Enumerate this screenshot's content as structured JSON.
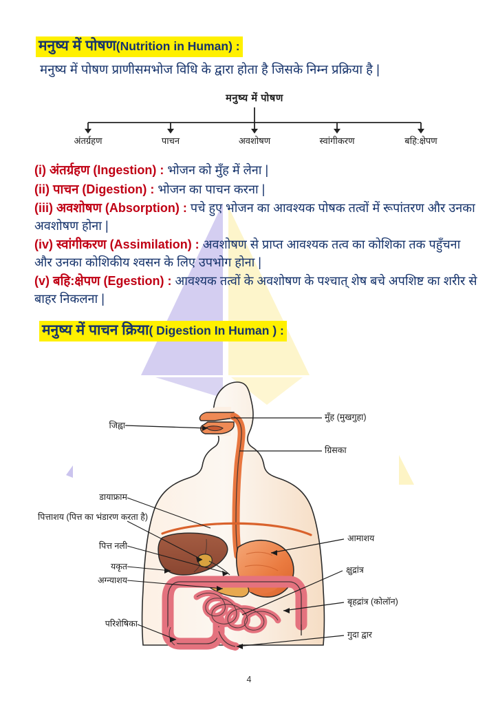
{
  "page": {
    "number": "4",
    "colors": {
      "highlight": "#FFF000",
      "heading_text": "#16336B",
      "body_text": "#16336B",
      "key_term": "#C00014",
      "diagram_label": "#1b1b1b",
      "watermark_purple": "#b9b0e8",
      "watermark_yellow": "#fdf3c2"
    }
  },
  "heading1": {
    "devanagari": "मनुष्य में पोषण",
    "english": "(Nutrition in Human) :"
  },
  "intro": "मनुष्य में पोषण प्राणीसमभोज विधि के द्वारा होता है जिसके निम्न प्रक्रिया है |",
  "flowchart": {
    "title": "मनुष्य में पोषण",
    "nodes": [
      {
        "label": "अंतर्ग्रहण"
      },
      {
        "label": "पाचन"
      },
      {
        "label": "अवशोषण"
      },
      {
        "label": "स्वांगीकरण"
      },
      {
        "label": "बहि:क्षेपण"
      }
    ]
  },
  "points": [
    {
      "num": "(i)",
      "term_dev": "अंतर्ग्रहण",
      "term_eng": "(Ingestion) :",
      "desc": "भोजन को मुँह में लेना |"
    },
    {
      "num": "(ii)",
      "term_dev": "पाचन",
      "term_eng": "(Digestion) :",
      "desc": "भोजन का पाचन करना |"
    },
    {
      "num": "(iii)",
      "term_dev": "अवशोषण",
      "term_eng": "(Absorption) :",
      "desc": "पचे हुए भोजन का आवश्यक पोषक तत्वों में  रूपांतरण और उनका अवशोषण होना |"
    },
    {
      "num": "(iv)",
      "term_dev": "स्वांगीकरण",
      "term_eng": "(Assimilation) :",
      "desc": "अवशोषण से प्राप्त आवश्यक तत्व का कोशिका तक पहुँचना और उनका कोशिकीय श्वसन के लिए उपभोग होना |"
    },
    {
      "num": "(v)",
      "term_dev": "बहि:क्षेपण",
      "term_eng": "(Egestion) :",
      "desc": "आवश्यक तत्वों के अवशोषण के पश्चात् शेष बचे अपशिष्ट का शरीर से बाहर निकलना |"
    }
  ],
  "heading2": {
    "devanagari": "मनुष्य में पाचन क्रिया",
    "english": "( Digestion In Human ) :"
  },
  "diagram": {
    "title": "human-digestive-system",
    "labels": [
      {
        "name": "tongue",
        "text": "जिह्वा",
        "side": "left"
      },
      {
        "name": "mouth",
        "text": "मुँह  (मुखगुहा)",
        "side": "right"
      },
      {
        "name": "oesophagus",
        "text": "ग्रिसका",
        "side": "right"
      },
      {
        "name": "diaphragm",
        "text": "डायाफ्राम",
        "side": "left"
      },
      {
        "name": "gall-bladder",
        "text": "पित्ताशय (पित्त का भंडारण  करता  है)",
        "side": "left"
      },
      {
        "name": "bile-duct",
        "text": "पित्त  नली",
        "side": "left"
      },
      {
        "name": "liver",
        "text": "यकृत",
        "side": "left"
      },
      {
        "name": "pancreas",
        "text": "अग्न्याशय",
        "side": "left"
      },
      {
        "name": "stomach",
        "text": "आमाशय",
        "side": "right"
      },
      {
        "name": "small-intestine",
        "text": "क्षुद्रांत्र",
        "side": "right"
      },
      {
        "name": "large-intestine",
        "text": "बृहद्रांत्र  (कोलॉन)",
        "side": "right"
      },
      {
        "name": "appendix",
        "text": "परिशेषिका",
        "side": "left"
      },
      {
        "name": "anus",
        "text": "गुदा  द्वार",
        "side": "right"
      }
    ]
  }
}
